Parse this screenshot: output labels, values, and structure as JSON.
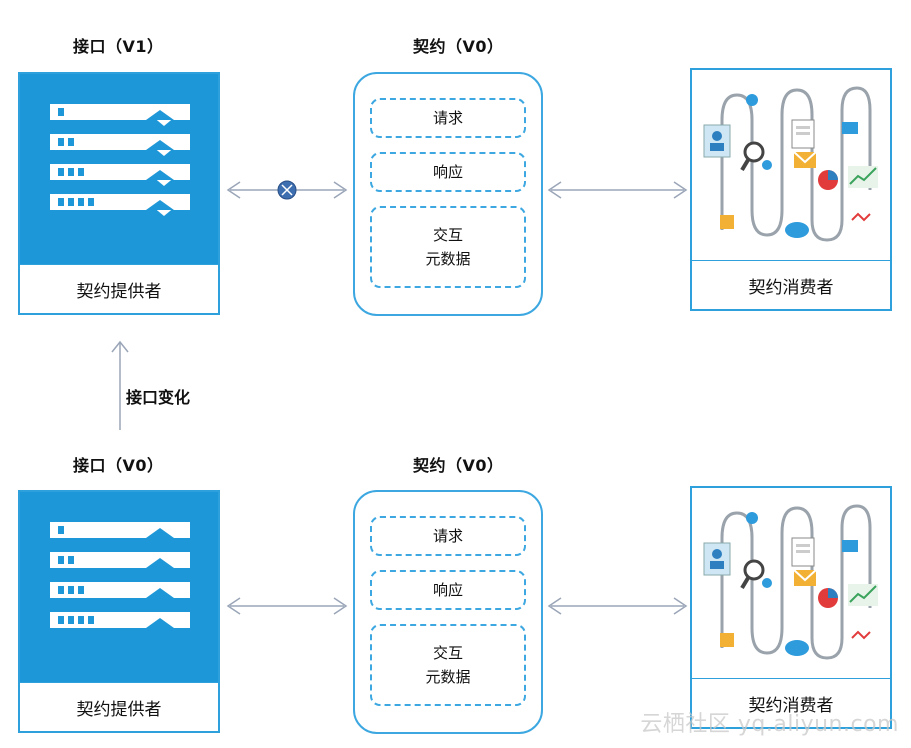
{
  "top": {
    "provider_title": "接口（V1）",
    "contract_title": "契约（V0）",
    "provider_label": "契约提供者",
    "consumer_label": "契约消费者",
    "contract_items": {
      "request": "请求",
      "response": "响应",
      "interaction_line1": "交互",
      "interaction_line2": "元数据"
    }
  },
  "change_label": "接口变化",
  "bottom": {
    "provider_title": "接口（V0）",
    "contract_title": "契约（V0）",
    "provider_label": "契约提供者",
    "consumer_label": "契约消费者",
    "contract_items": {
      "request": "请求",
      "response": "响应",
      "interaction_line1": "交互",
      "interaction_line2": "元数据"
    }
  },
  "watermark": "云栖社区 yq.aliyun.com",
  "colors": {
    "accent": "#1e97d8",
    "border": "#2ea1dc",
    "arrow": "#9aa6b8",
    "broken_marker": "#3d6eb0"
  }
}
